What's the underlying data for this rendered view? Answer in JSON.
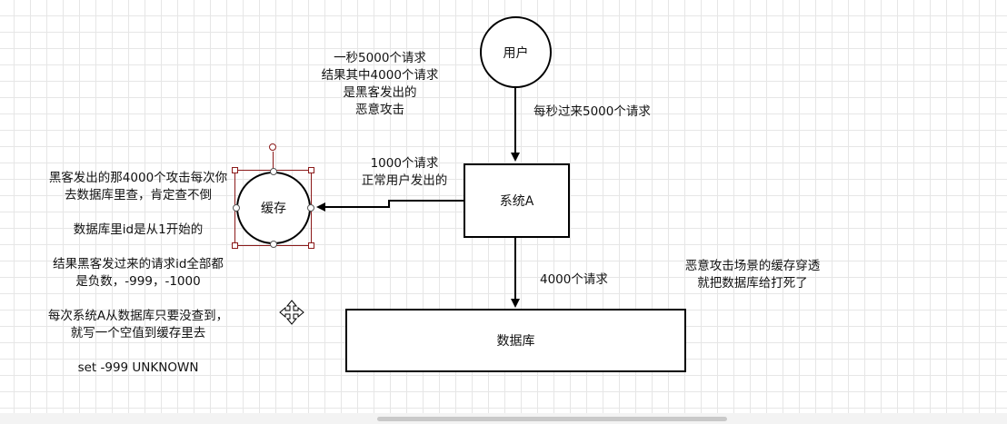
{
  "nodes": {
    "user": "用户",
    "cache": "缓存",
    "system_a": "系统A",
    "database": "数据库"
  },
  "labels": {
    "attack_note": [
      "一秒5000个请求",
      "结果其中4000个请求",
      "是黑客发出的",
      "恶意攻击"
    ],
    "per_second": "每秒过来5000个请求",
    "normal_requests": [
      "1000个请求",
      "正常用户发出的"
    ],
    "db_requests": "4000个请求",
    "penetration_note": [
      "恶意攻击场景的缓存穿透",
      "就把数据库给打死了"
    ]
  },
  "left_note": {
    "para1": "黑客发出的那4000个攻击每次你去数据库里查，肯定查不倒",
    "para2": "数据库里id是从1开始的",
    "para3": "结果黑客发过来的请求id全部都是负数，-999，-1000",
    "para4": "每次系统A从数据库只要没查到，就写一个空值到缓存里去",
    "para5": "set -999 UNKNOWN"
  },
  "colors": {
    "selection": "#8b1a1a",
    "grid": "#e6e6e6"
  },
  "icons": {
    "cursor": "move-cursor-icon"
  }
}
